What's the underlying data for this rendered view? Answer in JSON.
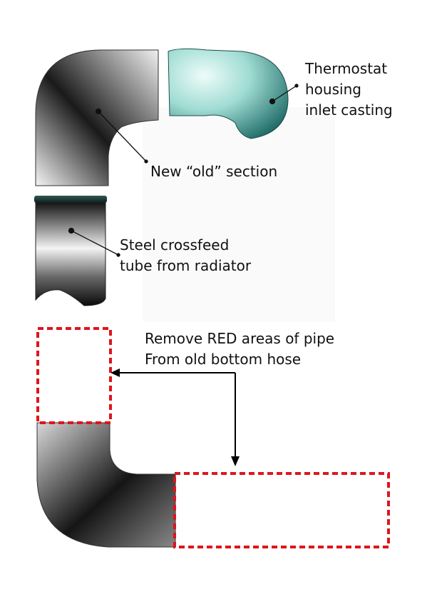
{
  "labels": {
    "thermostat": [
      "Thermostat",
      "housing",
      "inlet casting"
    ],
    "new_old_section": "New “old” section",
    "steel_tube": [
      "Steel crossfeed",
      "tube from radiator"
    ],
    "instruction": [
      "Remove RED areas of pipe",
      "From old bottom hose"
    ]
  },
  "colors": {
    "cut_outline": "#e0141c",
    "casting_light": "#c4f0e8",
    "casting_dark": "#1d6e6a",
    "pipe_dark": "#101010",
    "pipe_light": "#f2f2f2",
    "text": "#111111"
  }
}
